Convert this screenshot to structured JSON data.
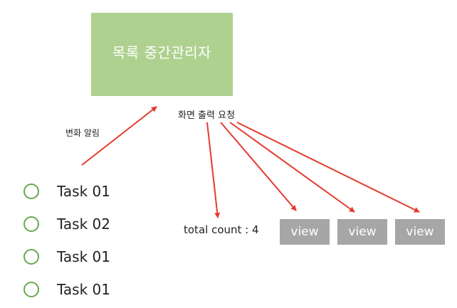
{
  "colors": {
    "manager_fill": "#aed18f",
    "task_circle": "#6aa84f",
    "view_button": "#a6a6a6",
    "arrow": "#e53a2f"
  },
  "manager": {
    "label": "목록 중간관리자"
  },
  "labels": {
    "render_request": "화면 출력 요청",
    "change_notice": "변화 알림",
    "total_count": "total count : 4"
  },
  "tasks": [
    {
      "label": "Task 01"
    },
    {
      "label": "Task 02"
    },
    {
      "label": "Task 01"
    },
    {
      "label": "Task 01"
    }
  ],
  "views": [
    {
      "label": "view"
    },
    {
      "label": "view"
    },
    {
      "label": "view"
    }
  ]
}
